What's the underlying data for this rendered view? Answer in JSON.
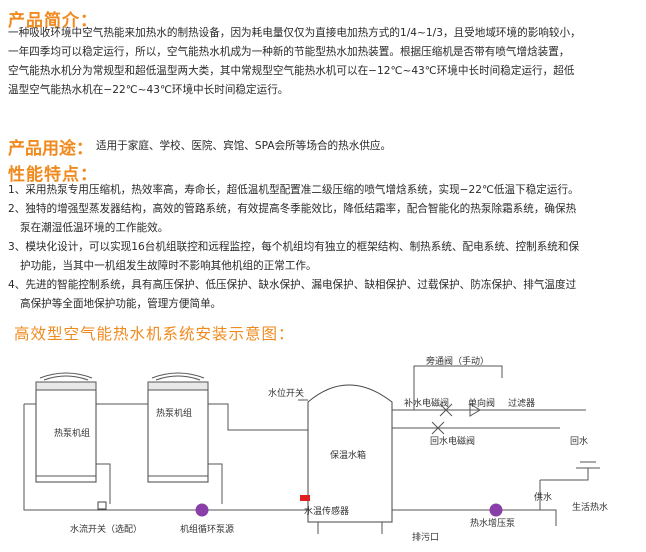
{
  "intro": {
    "title": "产品简介：",
    "lines": [
      "一种吸收环境中空气热能来加热水的制热设备，因为耗电量仅仅为直接电加热方式的1/4~1/3，且受地域环境的影响较小，",
      "一年四季均可以稳定运行，所以，空气能热水机成为一种新的节能型热水加热装置。根据压缩机是否带有喷气增焓装置，",
      "空气能热水机分为常规型和超低温型两大类，其中常规型空气能热水机可以在−12℃~43℃环境中长时间稳定运行，超低",
      "温型空气能热水机在−22℃~43℃环境中长时间稳定运行。"
    ]
  },
  "usage": {
    "title": "产品用途：",
    "text": "适用于家庭、学校、医院、宾馆、SPA会所等场合的热水供应。"
  },
  "features": {
    "title": "性能特点：",
    "items": [
      {
        "lines": [
          "1、采用热泵专用压缩机，热效率高，寿命长，超低温机型配置准二级压缩的喷气增焓系统，实现−22℃低温下稳定运行。"
        ]
      },
      {
        "lines": [
          "2、独特的增强型蒸发器结构，高效的管路系统，有效提高冬季能效比，降低结霜率，配合智能化的热泵除霜系统，确保热",
          "泵在潮湿低温环境的工作能效。"
        ]
      },
      {
        "lines": [
          "3、模块化设计，可以实现16台机组联控和远程监控，每个机组均有独立的框架结构、制热系统、配电系统、控制系统和保",
          "护功能，当其中一机组发生故障时不影响其他机组的正常工作。"
        ]
      },
      {
        "lines": [
          "4、先进的智能控制系统，具有高压保护、低压保护、缺水保护、漏电保护、缺相保护、过载保护、防冻保护、排气温度过",
          "高保护等全面地保护功能，管理方便简单。"
        ]
      }
    ]
  },
  "diagram": {
    "title": "高效型空气能热水机系统安装示意图：",
    "labels": {
      "unit1": "热泵机组",
      "unit2": "热泵机组",
      "level_switch": "水位开关",
      "tank": "保温水箱",
      "temp_sensor": "水温传感器",
      "bypass_valve": "旁通阀（手动）",
      "makeup_valve": "补水电磁阀",
      "check_valve": "单向阀",
      "filter": "过滤器",
      "return_valve": "回水电磁阀",
      "return_water": "回水",
      "supply_water": "供水",
      "domestic_hot_water": "生活热水",
      "flow_switch": "水流开关（选配）",
      "circ_pump": "机组循环泵源",
      "booster_pump": "热水增压泵",
      "drain": "排污口"
    }
  },
  "colors": {
    "accent": "#f08a1e",
    "pump": "#8a3fa8",
    "sensor": "#e02020",
    "text": "#2a2a2a"
  }
}
